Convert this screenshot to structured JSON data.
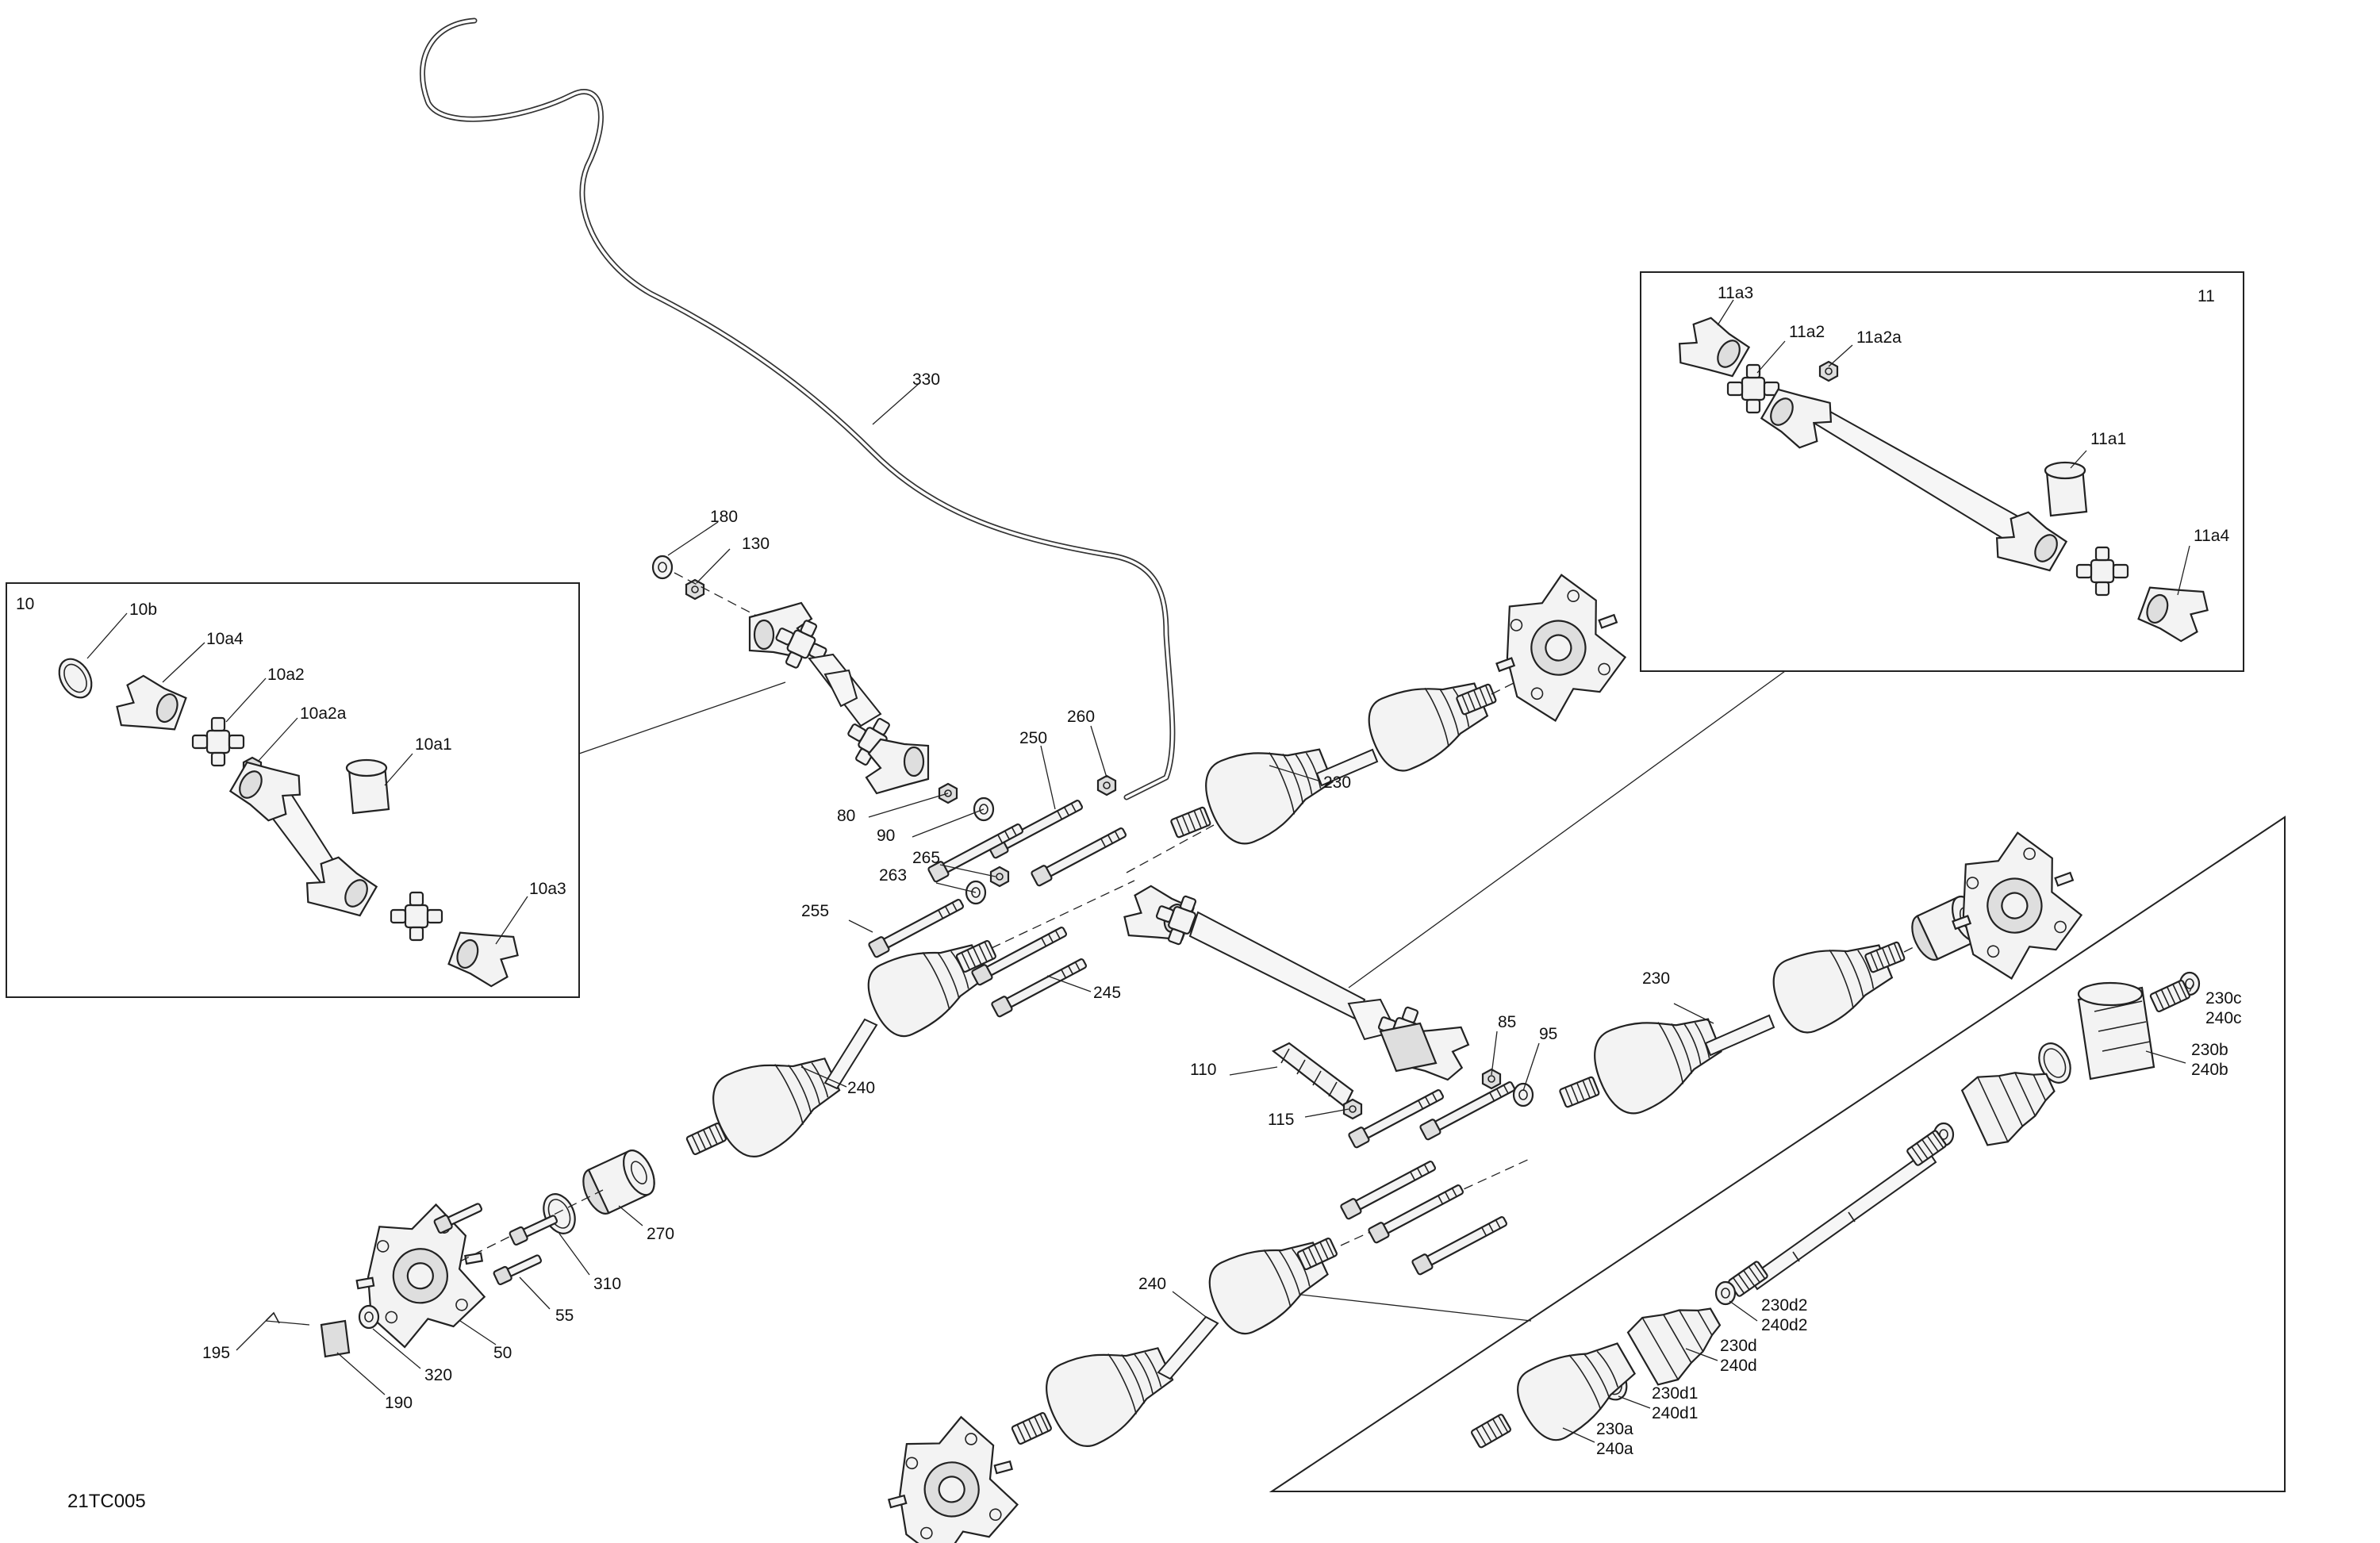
{
  "diagram_code": "21TC005",
  "callouts": {
    "c330": "330",
    "c180": "180",
    "c130": "130",
    "c260": "260",
    "c250": "250",
    "c80": "80",
    "c90": "90",
    "c265": "265",
    "c263": "263",
    "c255": "255",
    "c245": "245",
    "c230_top": "230",
    "c230_mid": "230",
    "c240_left": "240",
    "c240_bottom": "240",
    "c110": "110",
    "c115": "115",
    "c85": "85",
    "c95": "95",
    "c270": "270",
    "c310": "310",
    "c55": "55",
    "c50": "50",
    "c195": "195",
    "c190": "190",
    "c320": "320"
  },
  "inset_10": {
    "box_number": "10",
    "labels": {
      "b": "10b",
      "a4": "10a4",
      "a2": "10a2",
      "a2a": "10a2a",
      "a1": "10a1",
      "a3": "10a3"
    }
  },
  "inset_11": {
    "box_number": "11",
    "labels": {
      "a3": "11a3",
      "a2": "11a2",
      "a2a": "11a2a",
      "a1": "11a1",
      "a4": "11a4"
    }
  },
  "inset_axle": {
    "labels": {
      "c_1": "230c",
      "c_2": "240c",
      "b_1": "230b",
      "b_2": "240b",
      "d2_1": "230d2",
      "d2_2": "240d2",
      "d_1": "230d",
      "d_2": "240d",
      "d1_1": "230d1",
      "d1_2": "240d1",
      "a_1": "230a",
      "a_2": "240a"
    }
  }
}
